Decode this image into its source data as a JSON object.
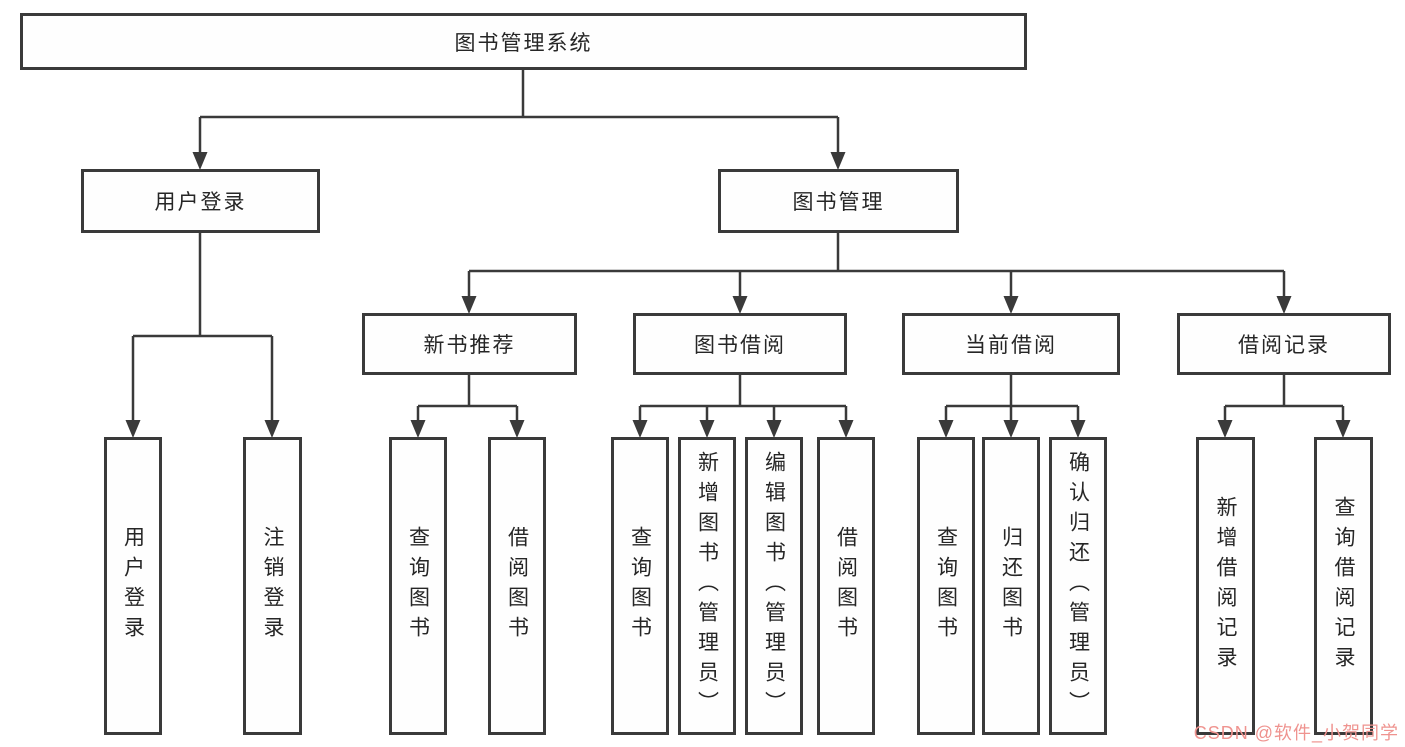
{
  "diagram": {
    "type": "hierarchy-tree",
    "title": "图书管理系统"
  },
  "colors": {
    "background": "#ffffff",
    "line": "#3a3a3a",
    "box_border": "#3a3a3a",
    "text": "#262626",
    "watermark": "#ef938f"
  },
  "nodes": {
    "root": {
      "label": "图书管理系统"
    },
    "user_login": {
      "label": "用户登录"
    },
    "book_management": {
      "label": "图书管理"
    },
    "new_book_recommend": {
      "label": "新书推荐"
    },
    "book_borrow": {
      "label": "图书借阅"
    },
    "current_borrow": {
      "label": "当前借阅"
    },
    "borrow_records": {
      "label": "借阅记录"
    },
    "login": {
      "label": "用户登录"
    },
    "logout": {
      "label": "注销登录"
    },
    "search_books_recommend": {
      "label": "查询图书"
    },
    "borrow_books_recommend": {
      "label": "借阅图书"
    },
    "search_books_borrow": {
      "label": "查询图书"
    },
    "add_books_admin": {
      "label": "新增图书（管理员）"
    },
    "edit_books_admin": {
      "label": "编辑图书（管理员）"
    },
    "borrow_books_borrow": {
      "label": "借阅图书"
    },
    "search_books_current": {
      "label": "查询图书"
    },
    "return_books": {
      "label": "归还图书"
    },
    "confirm_return_admin": {
      "label": "确认归还（管理员）"
    },
    "add_borrow_record": {
      "label": "新增借阅记录"
    },
    "search_borrow_record": {
      "label": "查询借阅记录"
    }
  },
  "edges": [
    [
      "root",
      "user_login"
    ],
    [
      "root",
      "book_management"
    ],
    [
      "user_login",
      "login"
    ],
    [
      "user_login",
      "logout"
    ],
    [
      "book_management",
      "new_book_recommend"
    ],
    [
      "book_management",
      "book_borrow"
    ],
    [
      "book_management",
      "current_borrow"
    ],
    [
      "book_management",
      "borrow_records"
    ],
    [
      "new_book_recommend",
      "search_books_recommend"
    ],
    [
      "new_book_recommend",
      "borrow_books_recommend"
    ],
    [
      "book_borrow",
      "search_books_borrow"
    ],
    [
      "book_borrow",
      "add_books_admin"
    ],
    [
      "book_borrow",
      "edit_books_admin"
    ],
    [
      "book_borrow",
      "borrow_books_borrow"
    ],
    [
      "current_borrow",
      "search_books_current"
    ],
    [
      "current_borrow",
      "return_books"
    ],
    [
      "current_borrow",
      "confirm_return_admin"
    ],
    [
      "borrow_records",
      "add_borrow_record"
    ],
    [
      "borrow_records",
      "search_borrow_record"
    ]
  ],
  "watermark": {
    "text": "CSDN @软件_小贺同学"
  }
}
